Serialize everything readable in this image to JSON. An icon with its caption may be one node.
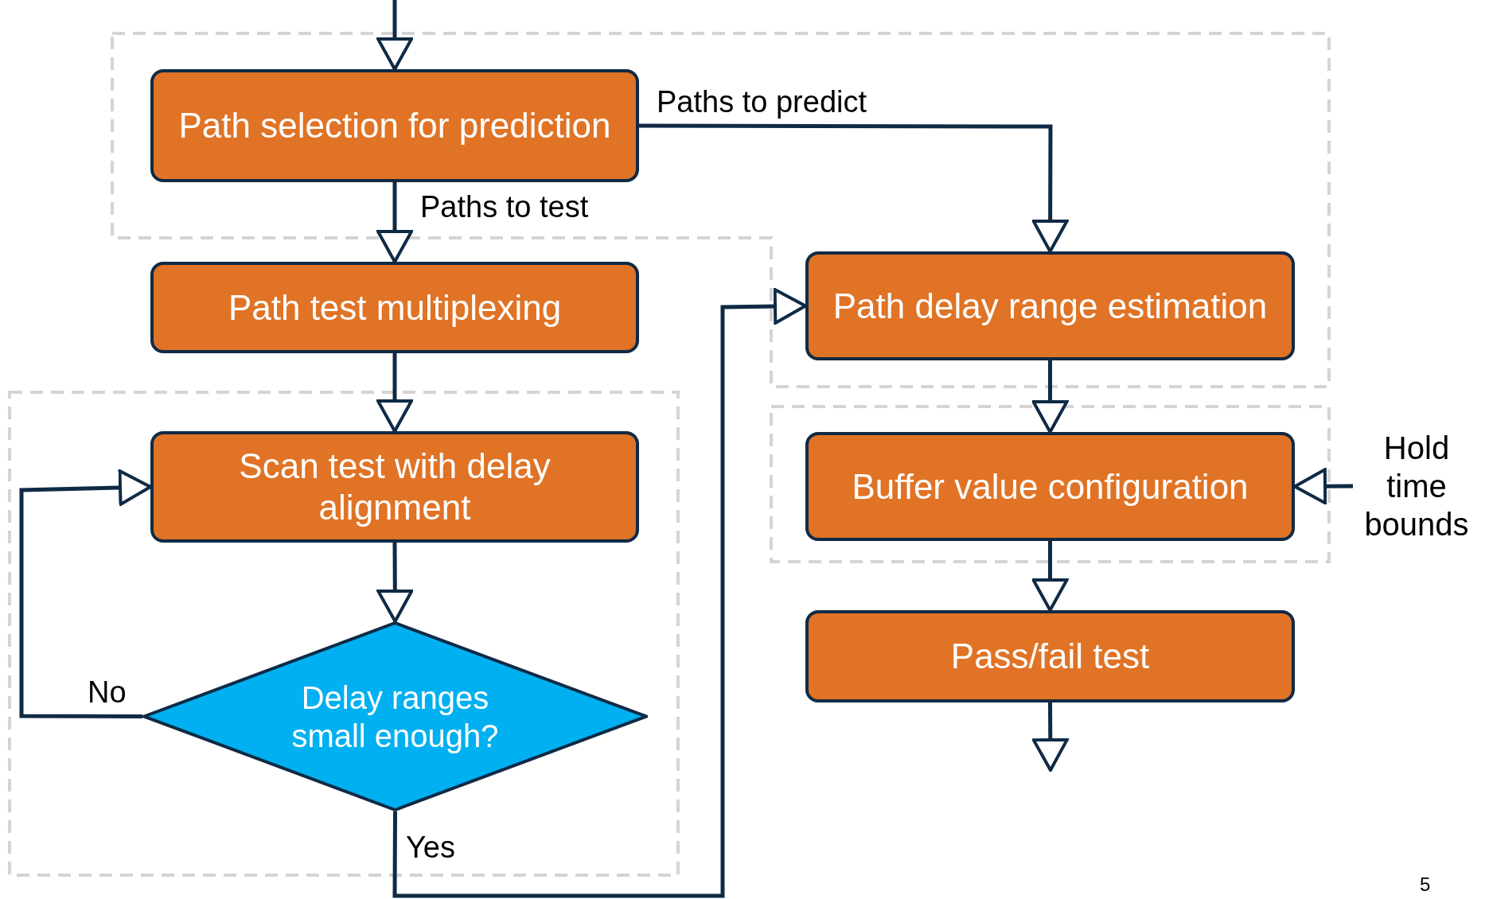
{
  "diagram": {
    "nodes": [
      {
        "text": [
          "Path selection for prediction"
        ]
      },
      {
        "text": [
          "Path test multiplexing"
        ]
      },
      {
        "text": [
          "Scan test with delay alignment"
        ]
      },
      {
        "text": [
          "Delay ranges small enough?"
        ]
      },
      {
        "text": [
          "Path delay range estimation"
        ]
      },
      {
        "text": [
          "Buffer value configuration"
        ]
      },
      {
        "text": [
          "Pass/fail test"
        ]
      },
      {
        "text": [
          "Hold time bounds"
        ]
      }
    ],
    "edges": [
      {
        "from": null,
        "to": 0,
        "arrow": "to"
      },
      {
        "from": 0,
        "to": 1,
        "arrow": "to",
        "label": "Paths to test"
      },
      {
        "from": 0,
        "to": 4,
        "arrow": "to",
        "label": "Paths to predict"
      },
      {
        "from": 1,
        "to": 2,
        "arrow": "to"
      },
      {
        "from": 2,
        "to": 3,
        "arrow": "to"
      },
      {
        "from": 3,
        "to": 2,
        "arrow": "to",
        "label": "No"
      },
      {
        "from": 3,
        "to": 4,
        "arrow": "to",
        "label": "Yes"
      },
      {
        "from": 4,
        "to": 5,
        "arrow": "to"
      },
      {
        "from": 7,
        "to": 5,
        "arrow": "to"
      },
      {
        "from": 5,
        "to": 6,
        "arrow": "to"
      },
      {
        "from": 6,
        "to": null,
        "arrow": "to"
      }
    ],
    "labels": [
      "5"
    ]
  }
}
